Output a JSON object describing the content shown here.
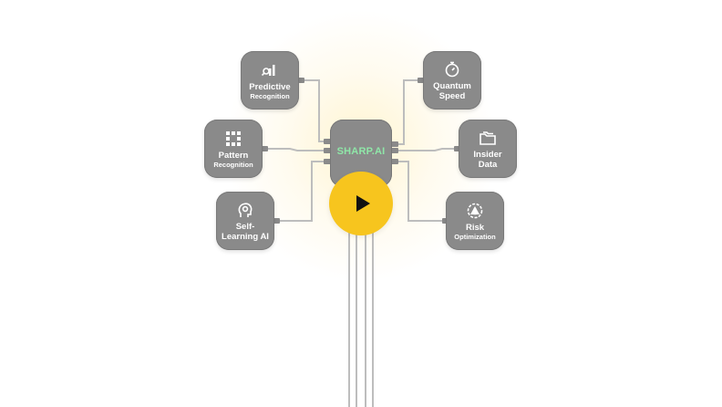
{
  "core": {
    "label": "SHARP.AI"
  },
  "nodes": {
    "predictive": {
      "line1": "Predictive",
      "line2": "Recognition",
      "icon": "chart-magnifier-icon"
    },
    "pattern": {
      "line1": "Pattern",
      "line2": "Recognition",
      "icon": "dot-grid-icon"
    },
    "self_learning": {
      "line1": "Self-",
      "line2": "Learning AI",
      "icon": "head-gear-icon"
    },
    "quantum": {
      "line1": "Quantum",
      "line2": "Speed",
      "icon": "stopwatch-icon"
    },
    "insider": {
      "line1": "Insider",
      "line2": "Data",
      "icon": "folder-icon"
    },
    "risk": {
      "line1": "Risk",
      "line2": "Optimization",
      "icon": "warning-gear-icon"
    }
  },
  "play": {
    "icon": "play-icon"
  },
  "colors": {
    "node": "#8a8a8a",
    "core_text": "#8fe6a8",
    "play": "#f7c51e",
    "wire": "#bdbdbd"
  }
}
